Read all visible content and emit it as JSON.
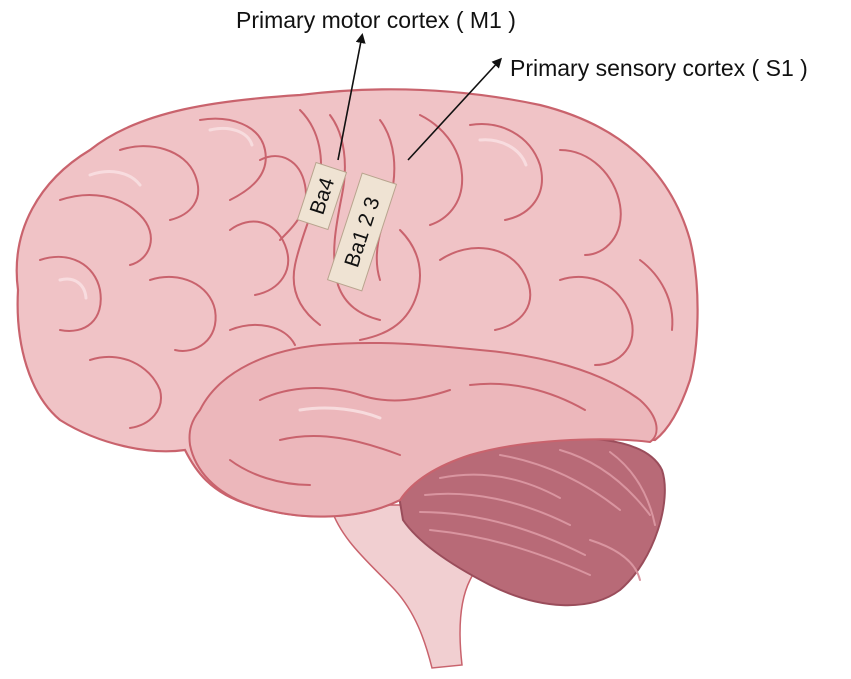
{
  "labels": {
    "motor": "Primary motor cortex ( M1 )",
    "sensory": "Primary sensory cortex ( S1 )"
  },
  "tags": {
    "motor_area": "Ba4",
    "sensory_area": "Ba1 2 3"
  },
  "colors": {
    "cortex_fill": "#f0c3c6",
    "cortex_shade": "#e3a4aa",
    "outline": "#c9636d",
    "temporal_fill": "#ecb7bb",
    "cerebellum_fill": "#b86a77",
    "cerebellum_lines": "#d995a0",
    "brainstem_fill": "#f1cfd1",
    "tag_fill": "#efe3d3",
    "tag_border": "#b8a48e",
    "arrow": "#111111"
  }
}
